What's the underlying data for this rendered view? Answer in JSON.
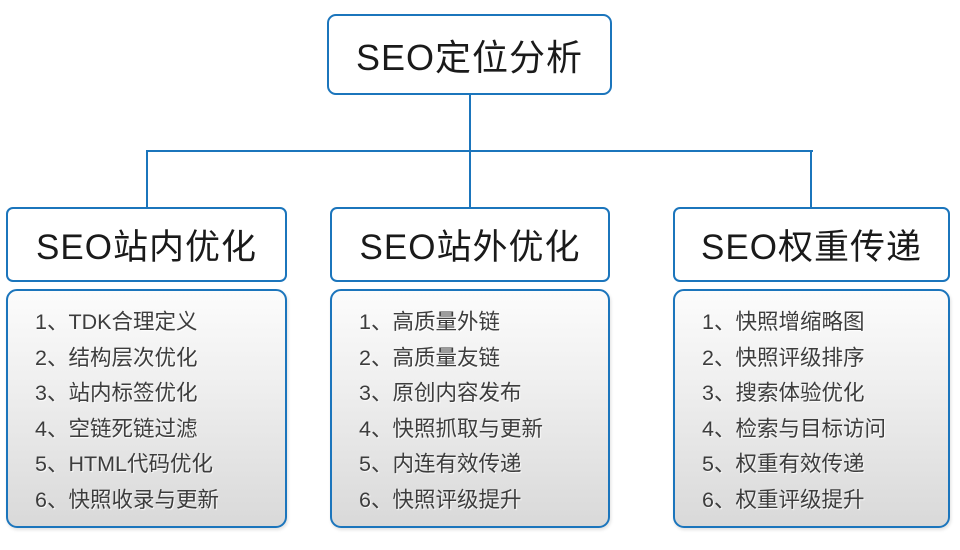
{
  "diagram": {
    "root_title": "SEO定位分析",
    "branches": [
      {
        "title": "SEO站内优化",
        "items": [
          "1、TDK合理定义",
          "2、结构层次优化",
          "3、站内标签优化",
          "4、空链死链过滤",
          "5、HTML代码优化",
          "6、快照收录与更新"
        ]
      },
      {
        "title": "SEO站外优化",
        "items": [
          "1、高质量外链",
          "2、高质量友链",
          "3、原创内容发布",
          "4、快照抓取与更新",
          "5、内连有效传递",
          "6、快照评级提升"
        ]
      },
      {
        "title": "SEO权重传递",
        "items": [
          "1、快照增缩略图",
          "2、快照评级排序",
          "3、搜索体验优化",
          "4、检索与目标访问",
          "5、权重有效传递",
          "6、权重评级提升"
        ]
      }
    ]
  },
  "colors": {
    "accent_blue": "#1b75bc",
    "header_text": "#1a1a1a",
    "item_text": "#3d3d3d",
    "list_bg_top": "#fcfcfc",
    "list_bg_bottom": "#d9d9d9"
  }
}
